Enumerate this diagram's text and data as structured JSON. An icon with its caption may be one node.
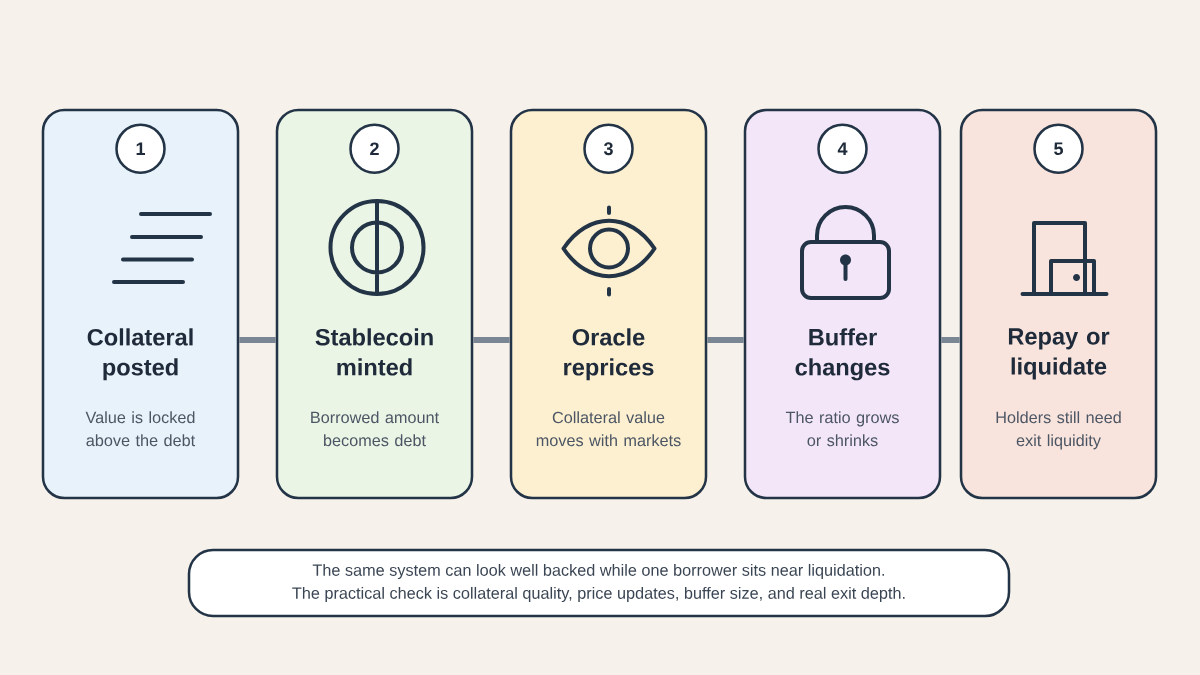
{
  "diagram": {
    "nodes": [
      {
        "text": [
          "Collateral posted",
          "Value is locked above the debt"
        ]
      },
      {
        "text": [
          "1"
        ],
        "in": 0
      },
      {
        "text": [
          "Stablecoin minted",
          "Borrowed amount becomes debt"
        ]
      },
      {
        "text": [
          "2"
        ],
        "in": 2
      },
      {
        "text": [
          "Oracle reprices",
          "Collateral value moves with markets"
        ]
      },
      {
        "text": [
          "3"
        ],
        "in": 4
      },
      {
        "text": [
          "Buffer changes",
          "The ratio grows or shrinks"
        ]
      },
      {
        "text": [
          "4"
        ],
        "in": 6
      },
      {
        "text": [
          "Repay or liquidate",
          "Holders still need exit liquidity"
        ]
      },
      {
        "text": [
          "5"
        ],
        "in": 8
      },
      {
        "text": [
          "The same system can look well backed while one borrower sits near liquidation.",
          "The practical check is collateral quality, price updates, buffer size, and real exit depth."
        ]
      }
    ],
    "edges": [
      {
        "from": 0,
        "to": 2,
        "arrow": "none"
      },
      {
        "from": 2,
        "to": 4,
        "arrow": "none"
      },
      {
        "from": 4,
        "to": 6,
        "arrow": "none"
      },
      {
        "from": 6,
        "to": 8,
        "arrow": "none"
      }
    ]
  }
}
